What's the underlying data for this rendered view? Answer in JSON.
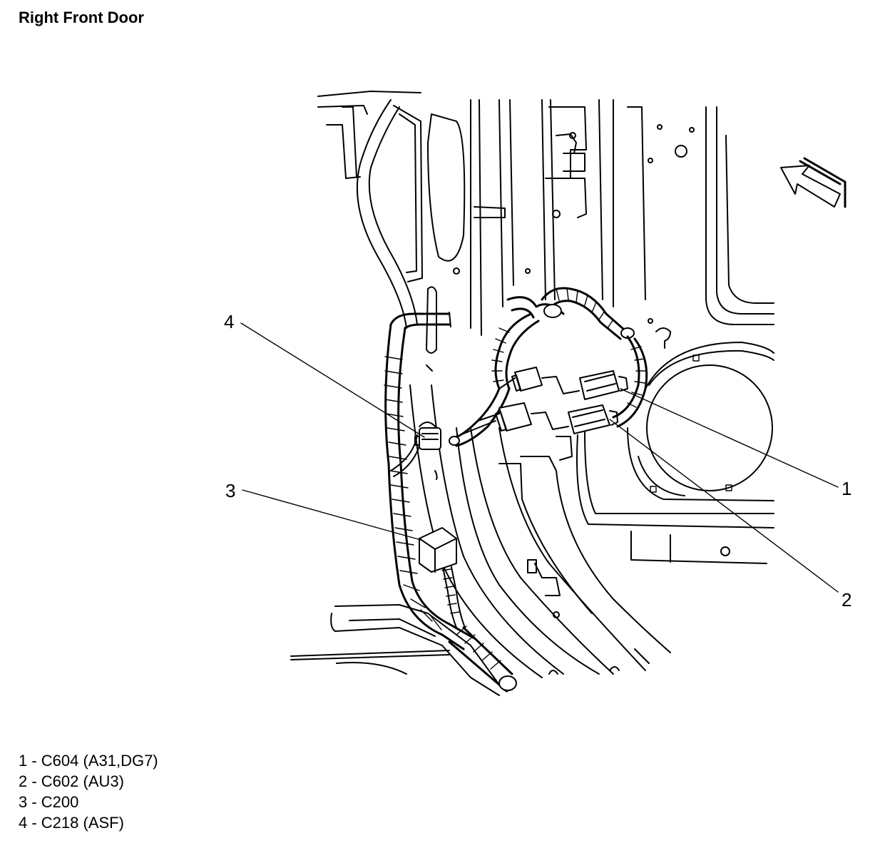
{
  "header": {
    "title": "Right Front Door"
  },
  "callouts": [
    {
      "number": "1"
    },
    {
      "number": "2"
    },
    {
      "number": "3"
    },
    {
      "number": "4"
    }
  ],
  "legend": {
    "items": [
      {
        "text": "1 - C604 (A31,DG7)"
      },
      {
        "text": "2 - C602 (AU3)"
      },
      {
        "text": "3 - C200"
      },
      {
        "text": "4 - C218 (ASF)"
      }
    ]
  },
  "colors": {
    "line": "#000000",
    "background": "#ffffff"
  }
}
